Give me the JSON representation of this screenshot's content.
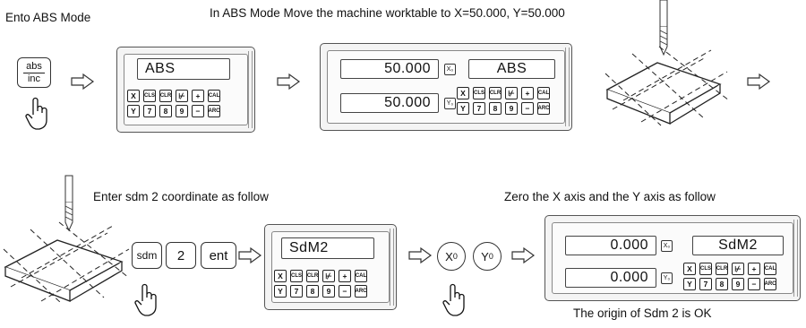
{
  "captions": {
    "step1": "Ento ABS Mode",
    "step2": "In ABS Mode Move the machine worktable to X=50.000, Y=50.000",
    "step3": "Enter  sdm 2 coordinate as follow",
    "step4": "Zero the X axis and the Y axis as follow",
    "result": "The origin of Sdm 2 is OK"
  },
  "abs_inc_key": {
    "top": "abs",
    "bottom": "inc"
  },
  "keypad": {
    "row1": [
      "X",
      "CLS",
      "CLR",
      "⊬",
      "+",
      "CAL"
    ],
    "row2": [
      "Y",
      "7",
      "8",
      "9",
      "−",
      "ARC"
    ]
  },
  "displays": {
    "panel1_lcd": "ABS",
    "panel2_x": "50.000",
    "panel2_y": "50.000",
    "panel2_mode": "ABS",
    "panel3_lcd": "SdM2",
    "panel4_x": "0.000",
    "panel4_y": "0.000",
    "panel4_mode": "SdM2"
  },
  "axis_tags": {
    "x": "X₀",
    "y": "Y₀"
  },
  "entry_keys": {
    "sdm": "sdm",
    "two": "2",
    "ent": "ent"
  },
  "zero_keys": {
    "x": "X",
    "x_sub": "0",
    "y": "Y",
    "y_sub": "0"
  },
  "icons": [
    "arrow-right-icon",
    "hand-pointer-icon",
    "drill-bit-icon",
    "worktable-icon"
  ]
}
